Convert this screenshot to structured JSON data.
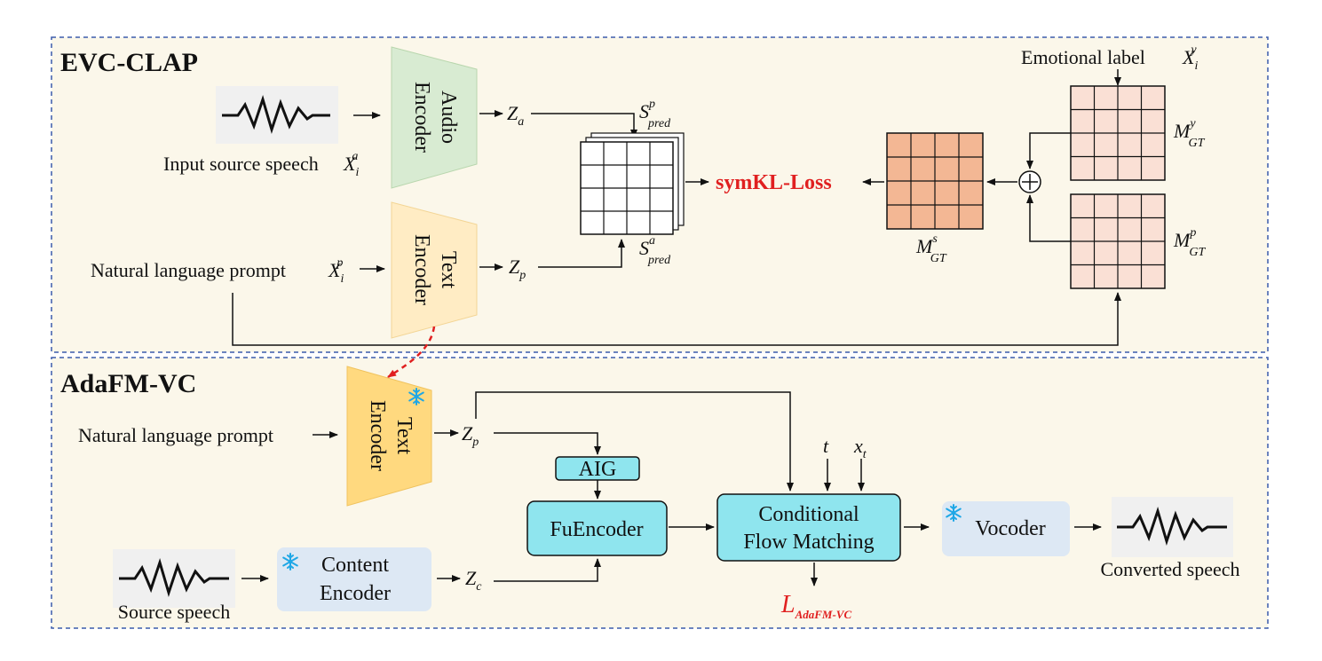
{
  "sections": {
    "top": {
      "title": "EVC-CLAP"
    },
    "bottom": {
      "title": "AdaFM-VC"
    }
  },
  "top": {
    "source_label": "Input source speech",
    "source_var": {
      "base": "X",
      "sub": "i",
      "sup": "a"
    },
    "prompt_label": "Natural language prompt",
    "prompt_var": {
      "base": "X",
      "sub": "i",
      "sup": "p"
    },
    "audio_encoder": [
      "Audio",
      "Encoder"
    ],
    "text_encoder": [
      "Text",
      "Encoder"
    ],
    "za": {
      "base": "Z",
      "sub": "a"
    },
    "zp": {
      "base": "Z",
      "sub": "p"
    },
    "s_pred_p": {
      "base": "S",
      "sub": "pred",
      "sup": "p"
    },
    "s_pred_a": {
      "base": "S",
      "sub": "pred",
      "sup": "a"
    },
    "loss": "symKL-Loss",
    "emotion_label": "Emotional label",
    "emotion_var": {
      "base": "X",
      "sub": "i",
      "sup": "y"
    },
    "m_gt_y": {
      "base": "M",
      "sub": "GT",
      "sup": "y"
    },
    "m_gt_p": {
      "base": "M",
      "sub": "GT",
      "sup": "p"
    },
    "m_gt_s": {
      "base": "M",
      "sub": "GT",
      "sup": "s"
    },
    "plus": "+"
  },
  "bottom": {
    "prompt_label": "Natural language prompt",
    "text_encoder": [
      "Text",
      "Encoder"
    ],
    "zp": {
      "base": "Z",
      "sub": "p"
    },
    "zc": {
      "base": "Z",
      "sub": "c"
    },
    "aig": "AIG",
    "fuencoder": "FuEncoder",
    "cfm": [
      "Conditional",
      "Flow Matching"
    ],
    "t": "t",
    "xt": {
      "base": "x",
      "sub": "t"
    },
    "content_encoder": [
      "Content",
      "Encoder"
    ],
    "vocoder": "Vocoder",
    "source_label": "Source speech",
    "converted_label": "Converted speech",
    "loss": {
      "base": "L",
      "sub": "AdaFM-VC"
    },
    "frozen_icon": "snowflake-icon"
  },
  "colors": {
    "section_bg": "#fbf7ea",
    "section_border": "#3b5bab",
    "audio_encoder": "#d8ebd2",
    "text_encoder_top": "#ffecc4",
    "text_encoder_bottom": "#ffd97f",
    "cyan_box": "#8fe5ee",
    "pale_blue_box": "#dde8f4",
    "loss_red": "#e02020",
    "matrix_peach": "#fae0d5",
    "matrix_orange": "#f3b794",
    "snowflake": "#1ea7e6"
  }
}
